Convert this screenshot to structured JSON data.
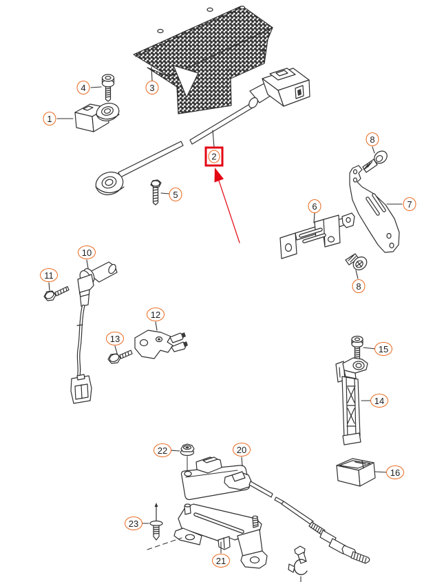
{
  "diagram": {
    "callouts": [
      {
        "id": "1",
        "label": "1"
      },
      {
        "id": "2",
        "label": "2",
        "highlighted": true
      },
      {
        "id": "3",
        "label": "3"
      },
      {
        "id": "4",
        "label": "4"
      },
      {
        "id": "5",
        "label": "5"
      },
      {
        "id": "6",
        "label": "6"
      },
      {
        "id": "7",
        "label": "7"
      },
      {
        "id": "8-upper",
        "label": "8"
      },
      {
        "id": "8-lower",
        "label": "8"
      },
      {
        "id": "10",
        "label": "10"
      },
      {
        "id": "11",
        "label": "11"
      },
      {
        "id": "12",
        "label": "12"
      },
      {
        "id": "13",
        "label": "13"
      },
      {
        "id": "14",
        "label": "14"
      },
      {
        "id": "15",
        "label": "15"
      },
      {
        "id": "16",
        "label": "16"
      },
      {
        "id": "20",
        "label": "20"
      },
      {
        "id": "21",
        "label": "21"
      },
      {
        "id": "22",
        "label": "22"
      },
      {
        "id": "23",
        "label": "23"
      }
    ],
    "highlight": {
      "target_label": "2",
      "box_color": "#e30613",
      "arrow_color": "#e30613"
    },
    "colors": {
      "callout_ring": "#e8661a",
      "line_art": "#2e2e2e",
      "background": "#ffffff"
    }
  }
}
